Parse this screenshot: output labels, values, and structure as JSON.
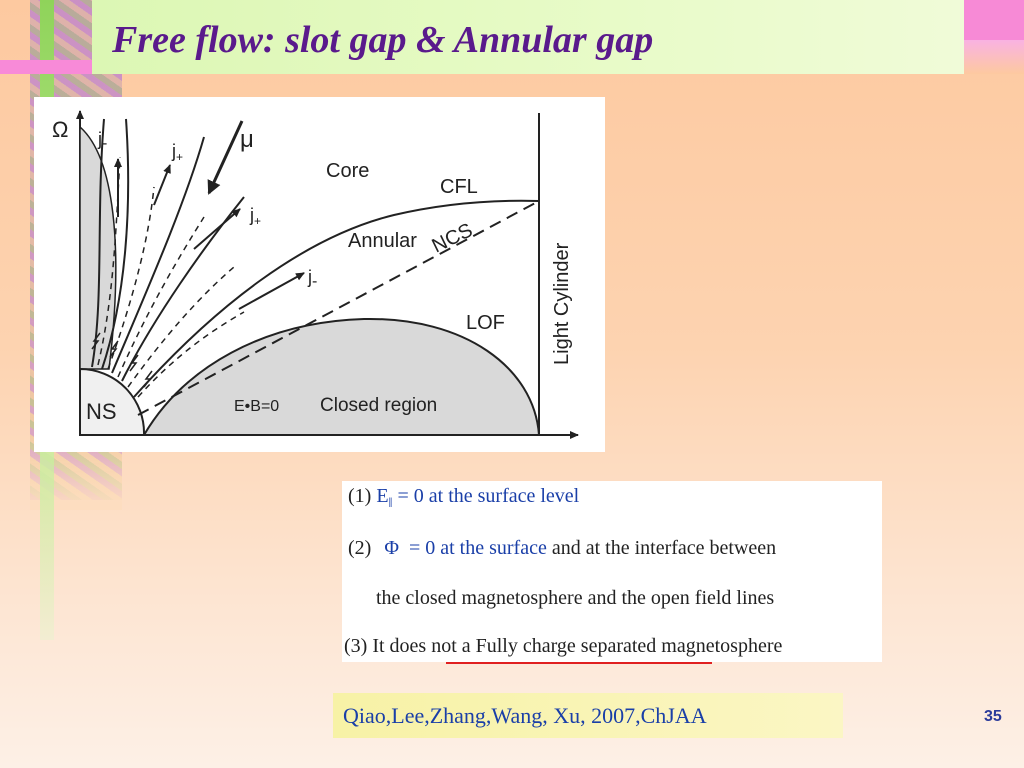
{
  "slide": {
    "title": "Free flow: slot gap & Annular gap",
    "page_number": "35",
    "citation": "Qiao,Lee,Zhang,Wang, Xu, 2007,ChJAA",
    "colors": {
      "title": "#5a1a8c",
      "citation_text": "#1a3fa8",
      "underline": "#e02020"
    }
  },
  "diagram": {
    "axis_y_label": "Ω",
    "j_minus_label": "j",
    "j_plus_label": "j",
    "minus_sub": "-",
    "plus_sub": "+",
    "mu_label": "μ",
    "core_label": "Core",
    "cfl_label": "CFL",
    "annular_label": "Annular",
    "ncs_label": "NCS",
    "lof_label": "LOF",
    "light_cylinder_label": "Light Cylinder",
    "ns_label": "NS",
    "eb_label": "E•B=0",
    "closed_region_label": "Closed region"
  },
  "conditions": {
    "c1_num": "(1)",
    "c1_e": "E",
    "c1_sub": "‖",
    "c1_rest": " = 0 at the surface level",
    "c2_num": "(2)",
    "c2_phi": "Φ",
    "c2_blue": "  = 0 at the surface",
    "c2_rest": " and at the interface between",
    "c2_line2_a": "the closed",
    "c2_line2_b": " magnetosphere and the open field lines",
    "c3": "(3) It does not a Fully charge separated magnetosphere"
  }
}
